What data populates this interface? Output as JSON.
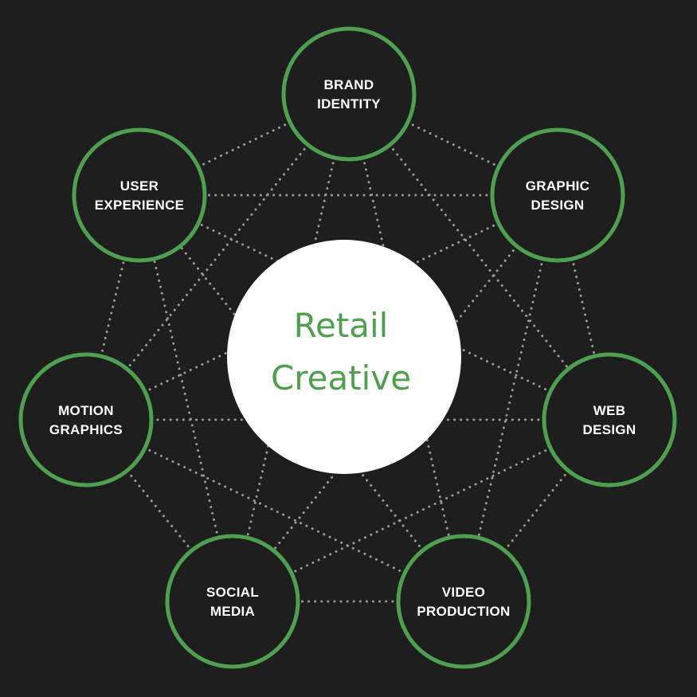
{
  "colors": {
    "background": "#1e1e1e",
    "accent": "#4ea050",
    "node_fill": "#1e1e1e",
    "center_fill": "#ffffff",
    "connector": "#9a9a9a",
    "node_text": "#ffffff"
  },
  "center": {
    "lines": [
      "Retail",
      "Creative"
    ]
  },
  "nodes": [
    {
      "id": "brand-identity",
      "lines": [
        "BRAND",
        "IDENTITY"
      ]
    },
    {
      "id": "graphic-design",
      "lines": [
        "GRAPHIC",
        "DESIGN"
      ]
    },
    {
      "id": "web-design",
      "lines": [
        "WEB",
        "DESIGN"
      ]
    },
    {
      "id": "video-production",
      "lines": [
        "VIDEO",
        "PRODUCTION"
      ]
    },
    {
      "id": "social-media",
      "lines": [
        "SOCIAL",
        "MEDIA"
      ]
    },
    {
      "id": "motion-graphics",
      "lines": [
        "MOTION",
        "GRAPHICS"
      ]
    },
    {
      "id": "user-experience",
      "lines": [
        "USER",
        "EXPERIENCE"
      ]
    }
  ]
}
